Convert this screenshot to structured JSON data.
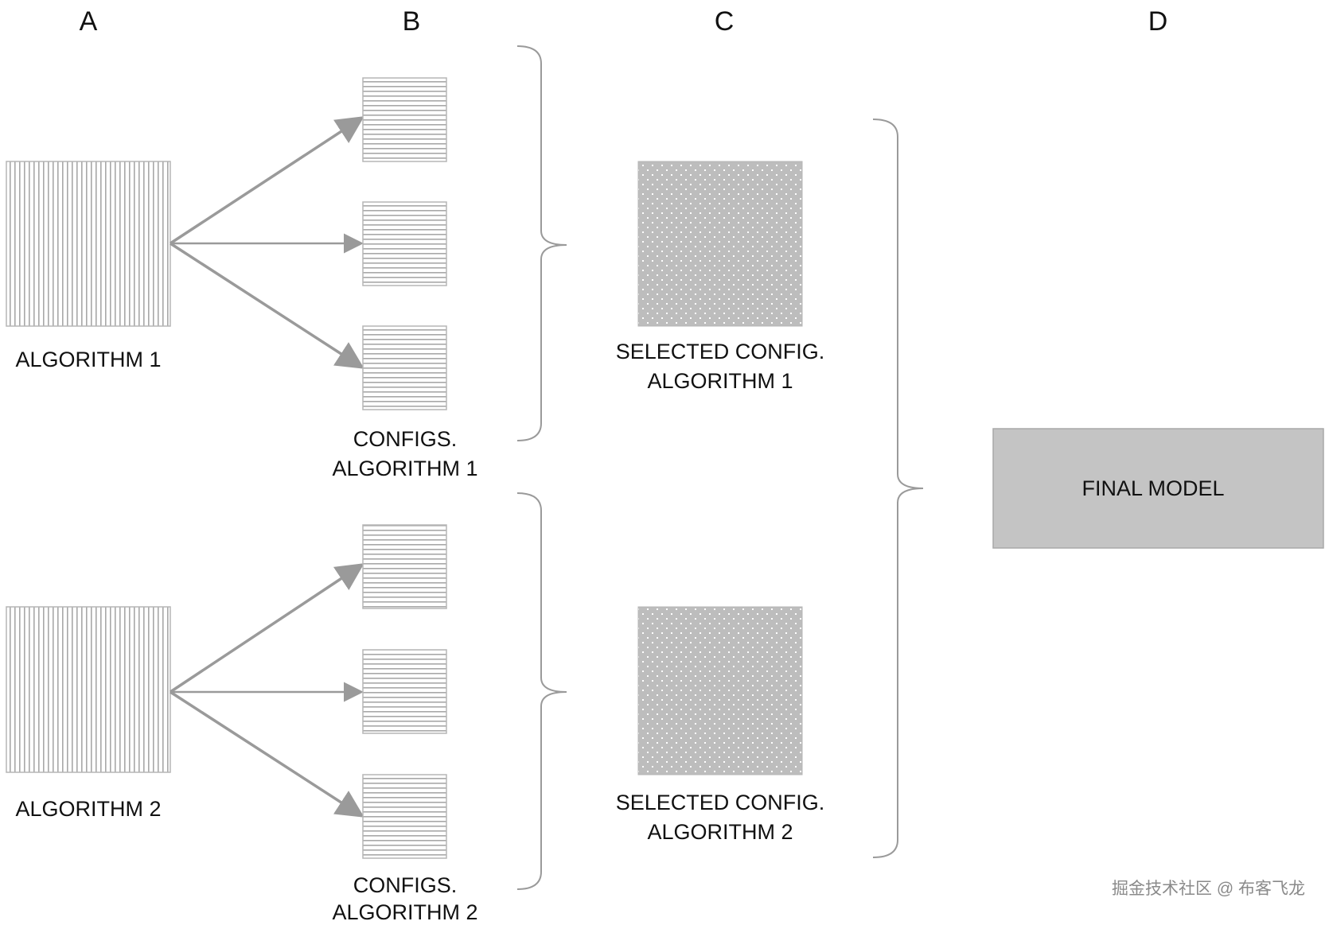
{
  "columns": {
    "a": "A",
    "b": "B",
    "c": "C",
    "d": "D"
  },
  "algorithms": [
    {
      "label": "ALGORITHM 1",
      "configs_label_line1": "CONFIGS.",
      "configs_label_line2": "ALGORITHM 1",
      "selected_label_line1": "SELECTED CONFIG.",
      "selected_label_line2": "ALGORITHM 1"
    },
    {
      "label": "ALGORITHM 2",
      "configs_label_line1": "CONFIGS.",
      "configs_label_line2": "ALGORITHM 2",
      "selected_label_line1": "SELECTED CONFIG.",
      "selected_label_line2": "ALGORITHM 2"
    }
  ],
  "final_model": {
    "label": "FINAL MODEL"
  },
  "watermark": "掘金技术社区 @ 布客飞龙",
  "colors": {
    "stripe": "#a8a8a8",
    "arrow": "#9a9a9a",
    "brace": "#9a9a9a",
    "dotted_fill": "#bdbdbd",
    "final_fill": "#c4c4c4"
  }
}
